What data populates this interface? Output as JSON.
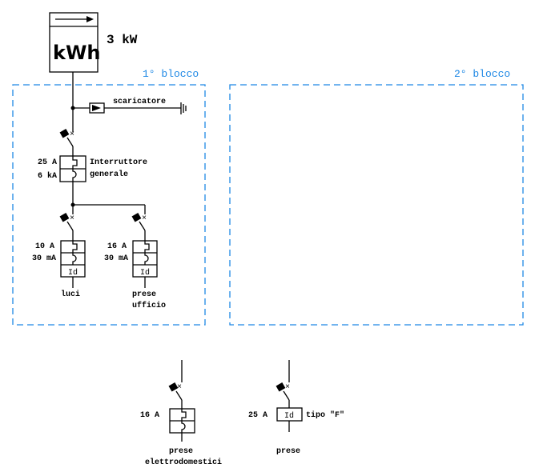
{
  "meter": {
    "unit": "kWh",
    "power": "3 kW"
  },
  "blocks": [
    {
      "label": "1° blocco"
    },
    {
      "label": "2° blocco"
    }
  ],
  "surge": {
    "label": "scaricatore"
  },
  "main_breaker": {
    "rating": "25 A",
    "breaking_capacity": "6 kA",
    "label_line1": "Interruttore",
    "label_line2": "generale"
  },
  "branches": [
    {
      "rating": "10 A",
      "sensitivity": "30 mA",
      "rcd_symbol": "Id",
      "label_line1": "luci",
      "label_line2": ""
    },
    {
      "rating": "16 A",
      "sensitivity": "30 mA",
      "rcd_symbol": "Id",
      "label_line1": "prese",
      "label_line2": "ufficio"
    }
  ],
  "extras": [
    {
      "rating": "16 A",
      "label_line1": "prese",
      "label_line2": "elettrodomestici"
    },
    {
      "rating": "25 A",
      "rcd_symbol": "Id",
      "type": "tipo \"F\"",
      "label_line1": "prese"
    }
  ]
}
